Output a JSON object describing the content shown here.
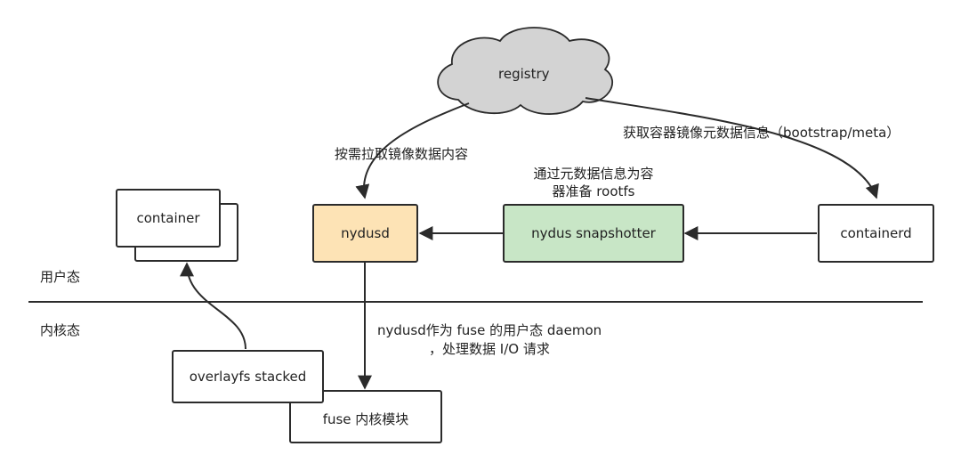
{
  "nodes": {
    "registry": "registry",
    "container": "container",
    "nydusd": "nydusd",
    "snapshotter": "nydus snapshotter",
    "containerd": "containerd",
    "overlayfs": "overlayfs stacked",
    "fuse": "fuse 内核模块"
  },
  "labels": {
    "pull": "按需拉取镜像数据内容",
    "bootstrap": "获取容器镜像元数据信息（bootstrap/meta）",
    "prepare_line1": "通过元数据信息为容",
    "prepare_line2": "器准备 rootfs",
    "daemon_line1": "nydusd作为 fuse 的用户态 daemon",
    "daemon_line2": "，处理数据 I/O 请求",
    "user_space": "用户态",
    "kernel_space": "内核态"
  },
  "colors": {
    "nydusd_fill": "#fde3b5",
    "snapshotter_fill": "#c8e6c6",
    "cloud_fill": "#d3d3d3",
    "stroke": "#2b2b2b"
  }
}
